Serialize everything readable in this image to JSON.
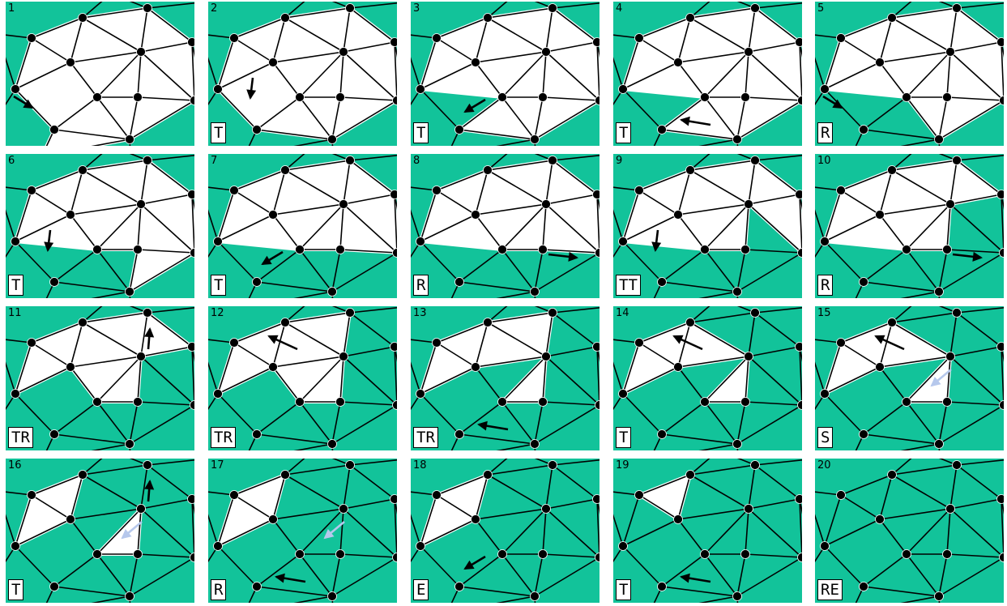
{
  "figure": {
    "colors": {
      "background": "#12c39a",
      "hole": "#ffffff",
      "edge": "#000000",
      "vertex": "#000000",
      "arrow_primary": "#000000",
      "arrow_secondary": "#b6c8ec"
    },
    "panels": [
      {
        "number": "1",
        "label": "",
        "step": 0,
        "arrows": [
          {
            "color": "primary",
            "dir": "down-right"
          }
        ]
      },
      {
        "number": "2",
        "label": "T",
        "step": 1,
        "arrows": [
          {
            "color": "primary",
            "dir": "down"
          }
        ]
      },
      {
        "number": "3",
        "label": "T",
        "step": 2,
        "arrows": [
          {
            "color": "primary",
            "dir": "down-left"
          }
        ]
      },
      {
        "number": "4",
        "label": "T",
        "step": 3,
        "arrows": [
          {
            "color": "primary",
            "dir": "left"
          }
        ]
      },
      {
        "number": "5",
        "label": "R",
        "step": 4,
        "arrows": [
          {
            "color": "primary",
            "dir": "down-right"
          }
        ]
      },
      {
        "number": "6",
        "label": "T",
        "step": 5,
        "arrows": [
          {
            "color": "primary",
            "dir": "down"
          }
        ]
      },
      {
        "number": "7",
        "label": "T",
        "step": 6,
        "arrows": [
          {
            "color": "primary",
            "dir": "down-left"
          }
        ]
      },
      {
        "number": "8",
        "label": "R",
        "step": 7,
        "arrows": [
          {
            "color": "primary",
            "dir": "right"
          }
        ]
      },
      {
        "number": "9",
        "label": "TT",
        "step": 8,
        "arrows": [
          {
            "color": "primary",
            "dir": "down"
          }
        ]
      },
      {
        "number": "10",
        "label": "R",
        "step": 9,
        "arrows": [
          {
            "color": "primary",
            "dir": "right"
          }
        ]
      },
      {
        "number": "11",
        "label": "TR",
        "step": 10,
        "arrows": [
          {
            "color": "primary",
            "dir": "up"
          }
        ]
      },
      {
        "number": "12",
        "label": "TR",
        "step": 11,
        "arrows": [
          {
            "color": "primary",
            "dir": "up-left"
          }
        ]
      },
      {
        "number": "13",
        "label": "TR",
        "step": 12,
        "arrows": [
          {
            "color": "primary",
            "dir": "left"
          }
        ]
      },
      {
        "number": "14",
        "label": "T",
        "step": 13,
        "arrows": [
          {
            "color": "primary",
            "dir": "up-left"
          }
        ]
      },
      {
        "number": "15",
        "label": "S",
        "step": 14,
        "arrows": [
          {
            "color": "primary",
            "dir": "up-left"
          },
          {
            "color": "secondary",
            "dir": "down-left"
          }
        ]
      },
      {
        "number": "16",
        "label": "T",
        "step": 15,
        "arrows": [
          {
            "color": "primary",
            "dir": "up"
          },
          {
            "color": "secondary",
            "dir": "down-left"
          }
        ]
      },
      {
        "number": "17",
        "label": "R",
        "step": 16,
        "arrows": [
          {
            "color": "primary",
            "dir": "left"
          },
          {
            "color": "secondary",
            "dir": "down-left"
          }
        ]
      },
      {
        "number": "18",
        "label": "E",
        "step": 17,
        "arrows": [
          {
            "color": "primary",
            "dir": "down-left"
          }
        ]
      },
      {
        "number": "19",
        "label": "T",
        "step": 18,
        "arrows": [
          {
            "color": "primary",
            "dir": "left"
          }
        ]
      },
      {
        "number": "20",
        "label": "RE",
        "step": 19,
        "arrows": []
      }
    ]
  }
}
